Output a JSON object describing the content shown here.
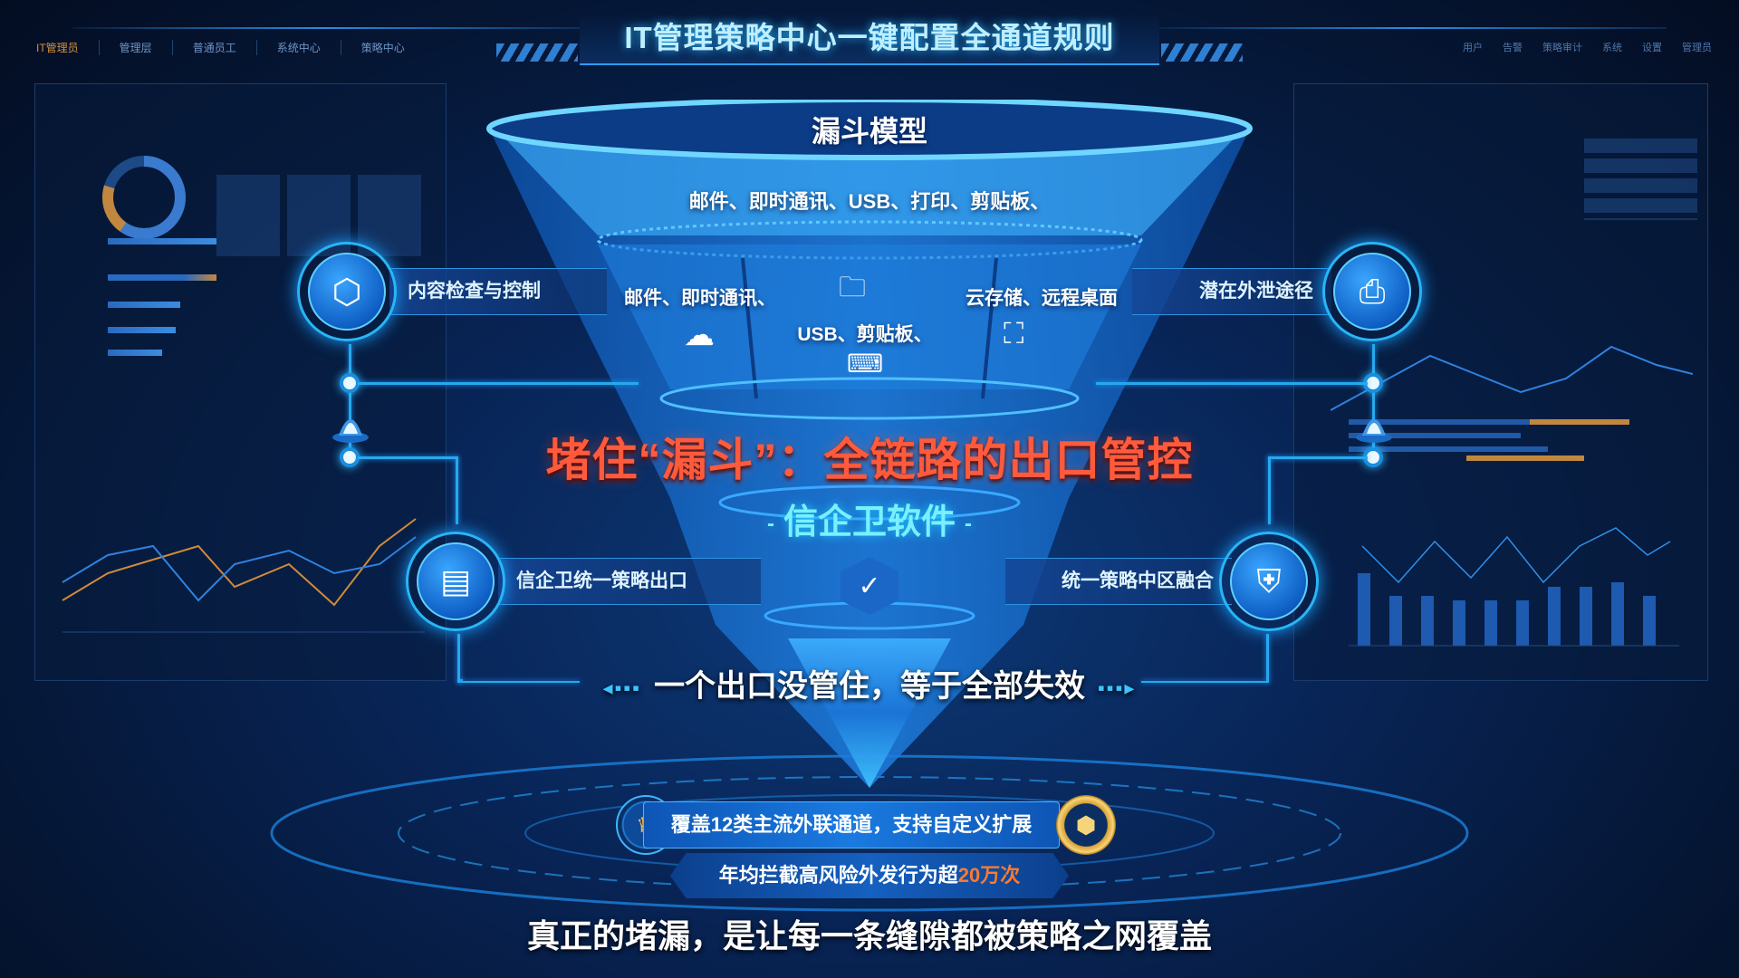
{
  "header": {
    "title": "IT管理策略中心一键配置全通道规则",
    "nav_items": [
      "IT管理员",
      "管理层",
      "普通员工",
      "系统中心",
      "策略中心"
    ],
    "right_items": [
      "用户",
      "告警",
      "策略审计",
      "系统",
      "设置",
      "管理员"
    ]
  },
  "funnel": {
    "title": "漏斗模型",
    "top_channels": "邮件、即时通讯、USB、打印、剪贴板、",
    "segments": [
      {
        "label": "邮件、即时通讯、",
        "icon": "chat-icon"
      },
      {
        "label": "USB、剪贴板、",
        "icon": "usb-icon"
      },
      {
        "label": "云存储、远程桌面",
        "icon": "cloud-storage-icon"
      }
    ]
  },
  "nodes": {
    "content_inspection": "内容检查与控制",
    "potential_leak": "潜在外泄途径",
    "unified_exit": "信企卫统一策略出口",
    "unified_fusion": "统一策略中区融合"
  },
  "headline": "堵住“漏斗”：全链路的出口管控",
  "brand": {
    "dash_left": "-",
    "name": "信企卫软件",
    "dash_right": "-"
  },
  "warning": "一个出口没管住，等于全部失效",
  "badges": {
    "coverage": "覆盖12类主流外联通道，支持自定义扩展",
    "intercept_prefix": "年均拦截高风险外发行为超",
    "intercept_value": "20万次"
  },
  "footer": "真正的堵漏，是让每一条缝隙都被策略之网覆盖",
  "colors": {
    "background": "#061a3c",
    "accent_cyan": "#27b6f5",
    "headline_red": "#ff5a3c",
    "brand_cyan": "#7af0ff",
    "highlight_orange": "#ff7a2e"
  }
}
